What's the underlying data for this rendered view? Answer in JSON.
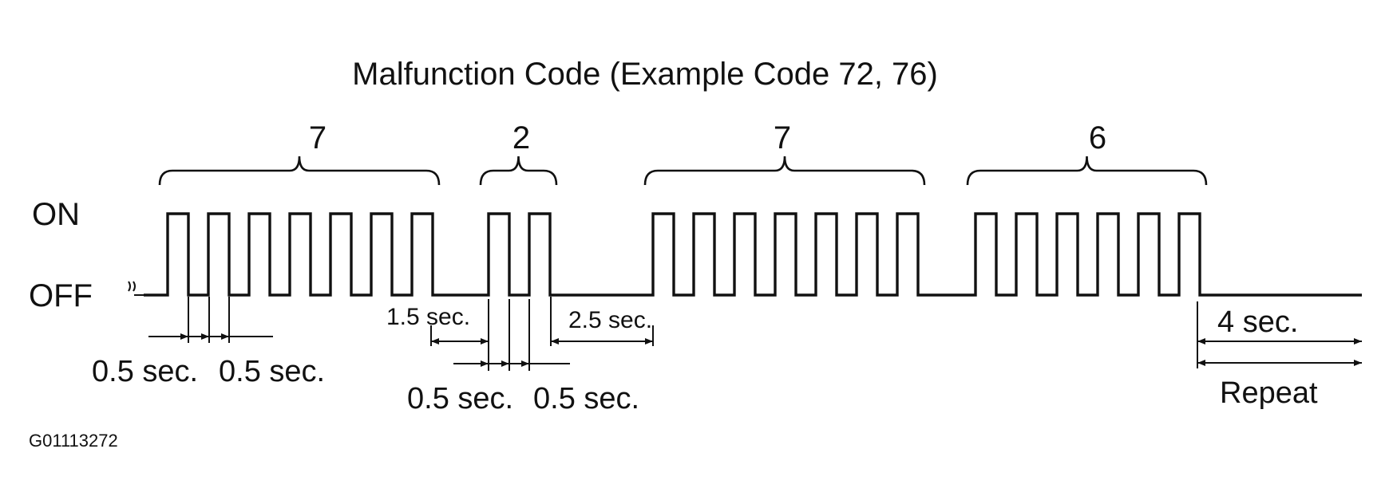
{
  "title": "Malfunction Code (Example Code 72, 76)",
  "levels": {
    "on": "ON",
    "off": "OFF"
  },
  "digit_groups": [
    {
      "digit": "7",
      "pulses": 7
    },
    {
      "digit": "2",
      "pulses": 2
    },
    {
      "digit": "7",
      "pulses": 7
    },
    {
      "digit": "6",
      "pulses": 6
    }
  ],
  "timings": {
    "pulse_on": "0.5 sec.",
    "pulse_off": "0.5 sec.",
    "digit_gap": "1.5 sec.",
    "code_gap": "2.5 sec.",
    "repeat_gap": "4 sec.",
    "repeat": "Repeat"
  },
  "figure_id": "G01113272",
  "colors": {
    "ink": "#111111",
    "background": "#ffffff"
  }
}
